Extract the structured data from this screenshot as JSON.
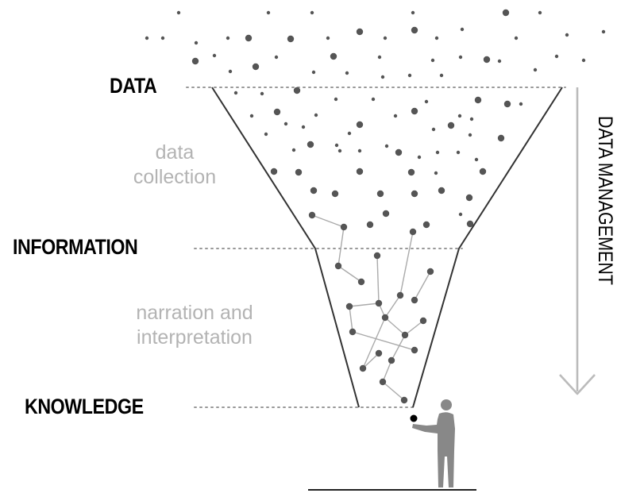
{
  "levels": {
    "data": "DATA",
    "information": "INFORMATION",
    "knowledge": "KNOWLEDGE"
  },
  "processes": {
    "collection_line1": "data",
    "collection_line2": "collection",
    "narration_line1": "narration and",
    "narration_line2": "interpretation"
  },
  "side_axis": {
    "label": "DATA MANAGEMENT"
  },
  "colors": {
    "dot": "#555555",
    "funnel_line": "#333333",
    "guide_dotted": "#999999",
    "connector": "#aaaaaa",
    "process_text": "#b3b3b3",
    "arrow": "#bbbbbb",
    "person": "#888888",
    "held_dot": "#000000"
  }
}
